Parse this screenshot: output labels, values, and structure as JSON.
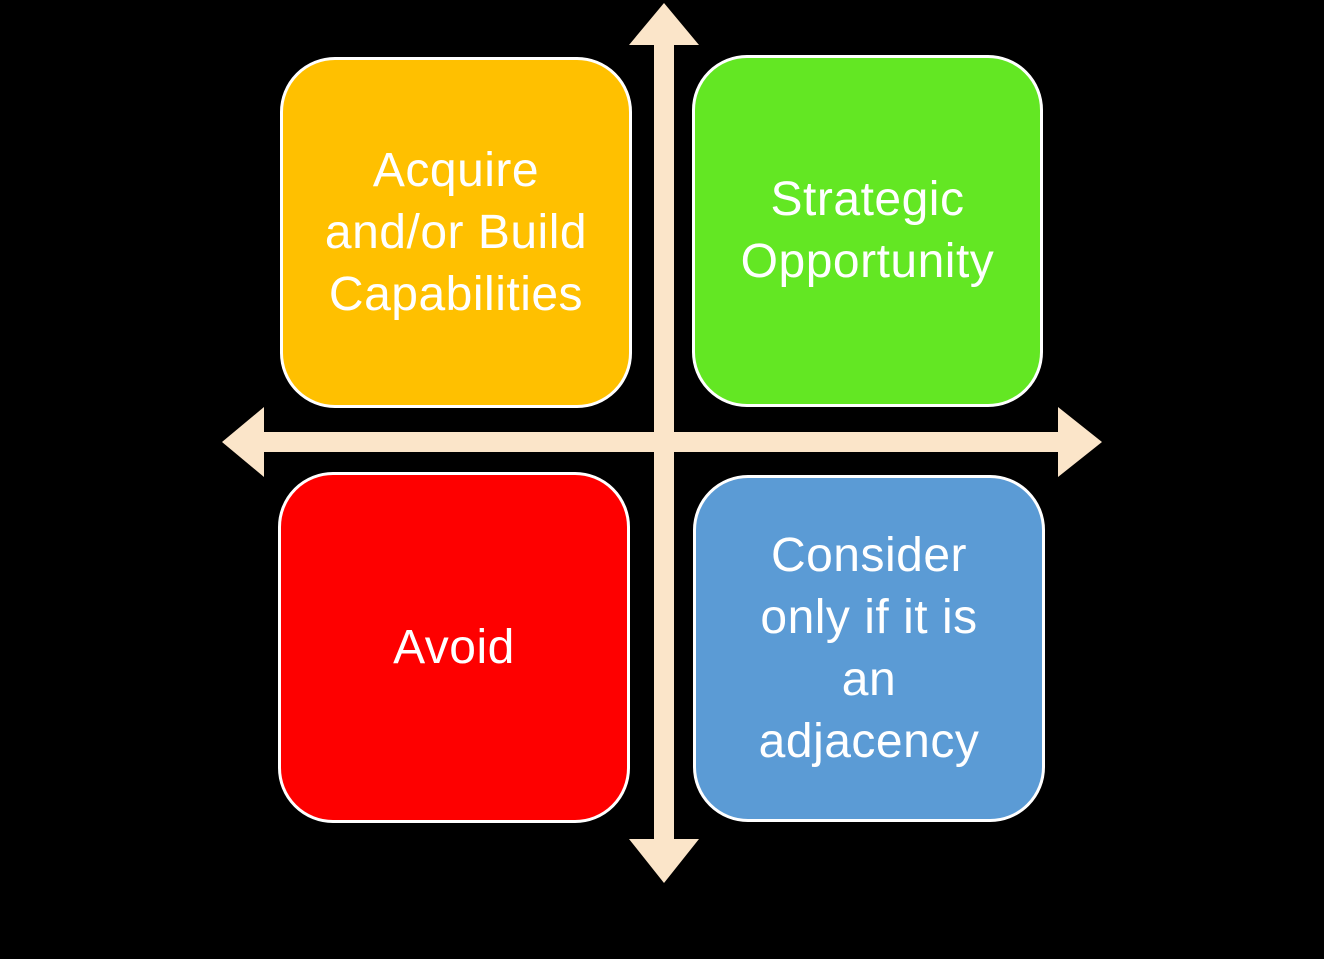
{
  "diagram": {
    "background_color": "#000000",
    "text_color": "#FFFFFF",
    "axes": {
      "color": "#FBE5C9"
    },
    "quadrants": {
      "top_left": {
        "label": "Acquire\nand/or Build\nCapabilities",
        "color": "#FFC000"
      },
      "top_right": {
        "label": "Strategic\nOpportunity",
        "color": "#63E723"
      },
      "bottom_left": {
        "label": "Avoid",
        "color": "#FE0000"
      },
      "bottom_right": {
        "label": "Consider\nonly if it is\nan\nadjacency",
        "color": "#5B9BD5"
      }
    }
  }
}
